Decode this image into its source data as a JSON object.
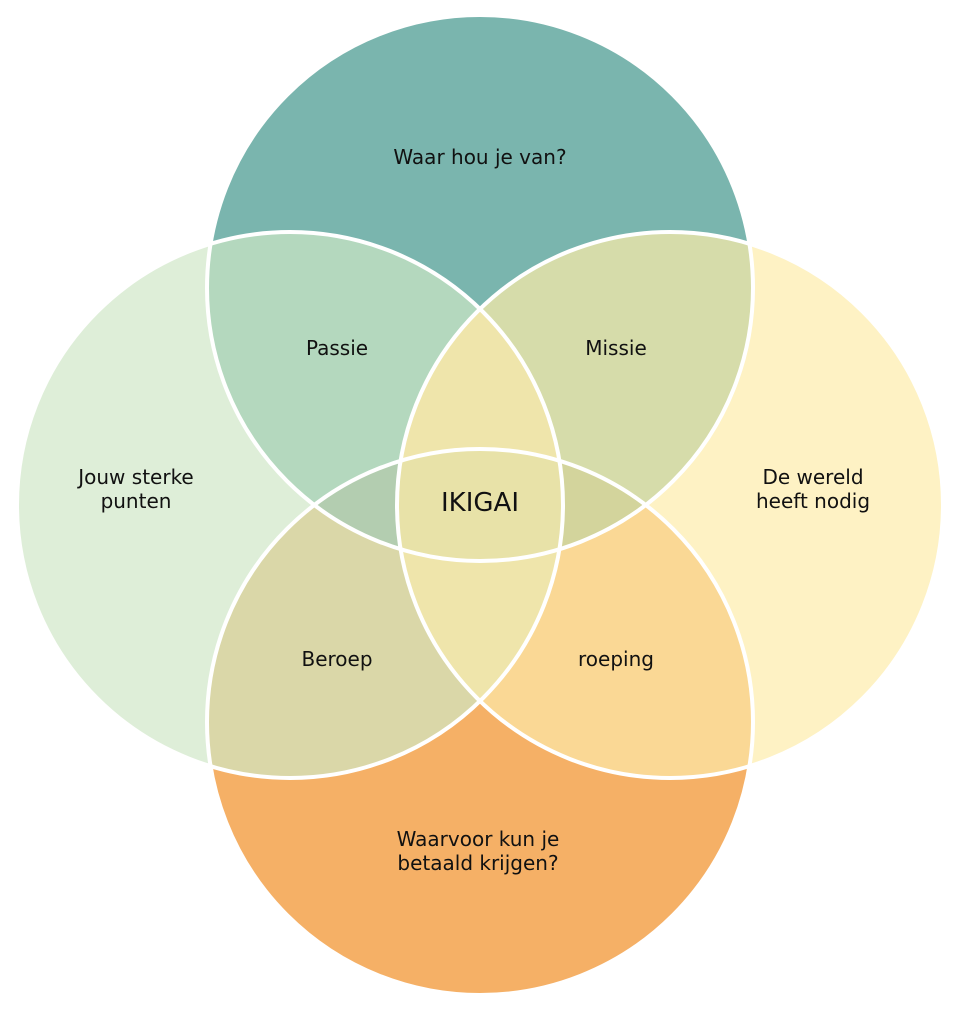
{
  "title": "IKIGAI",
  "circles": {
    "top": {
      "label": "Waar hou je van?",
      "color": "#7ab5ae"
    },
    "left": {
      "label_line1": "Jouw sterke",
      "label_line2": "punten",
      "color": "#deeed8"
    },
    "right": {
      "label_line1": "De wereld",
      "label_line2": "heeft nodig",
      "color": "#fef2c4"
    },
    "bottom": {
      "label_line1": "Waarvoor kun je",
      "label_line2": "betaald krijgen?",
      "color": "#f5b066"
    }
  },
  "intersections": {
    "passie": {
      "label": "Passie",
      "color": "#b4d8be"
    },
    "missie": {
      "label": "Missie",
      "color": "#d6dcaa"
    },
    "beroep": {
      "label": "Beroep",
      "color": "#dad7a8"
    },
    "roeping": {
      "label": "roeping",
      "color": "#fad895"
    }
  }
}
